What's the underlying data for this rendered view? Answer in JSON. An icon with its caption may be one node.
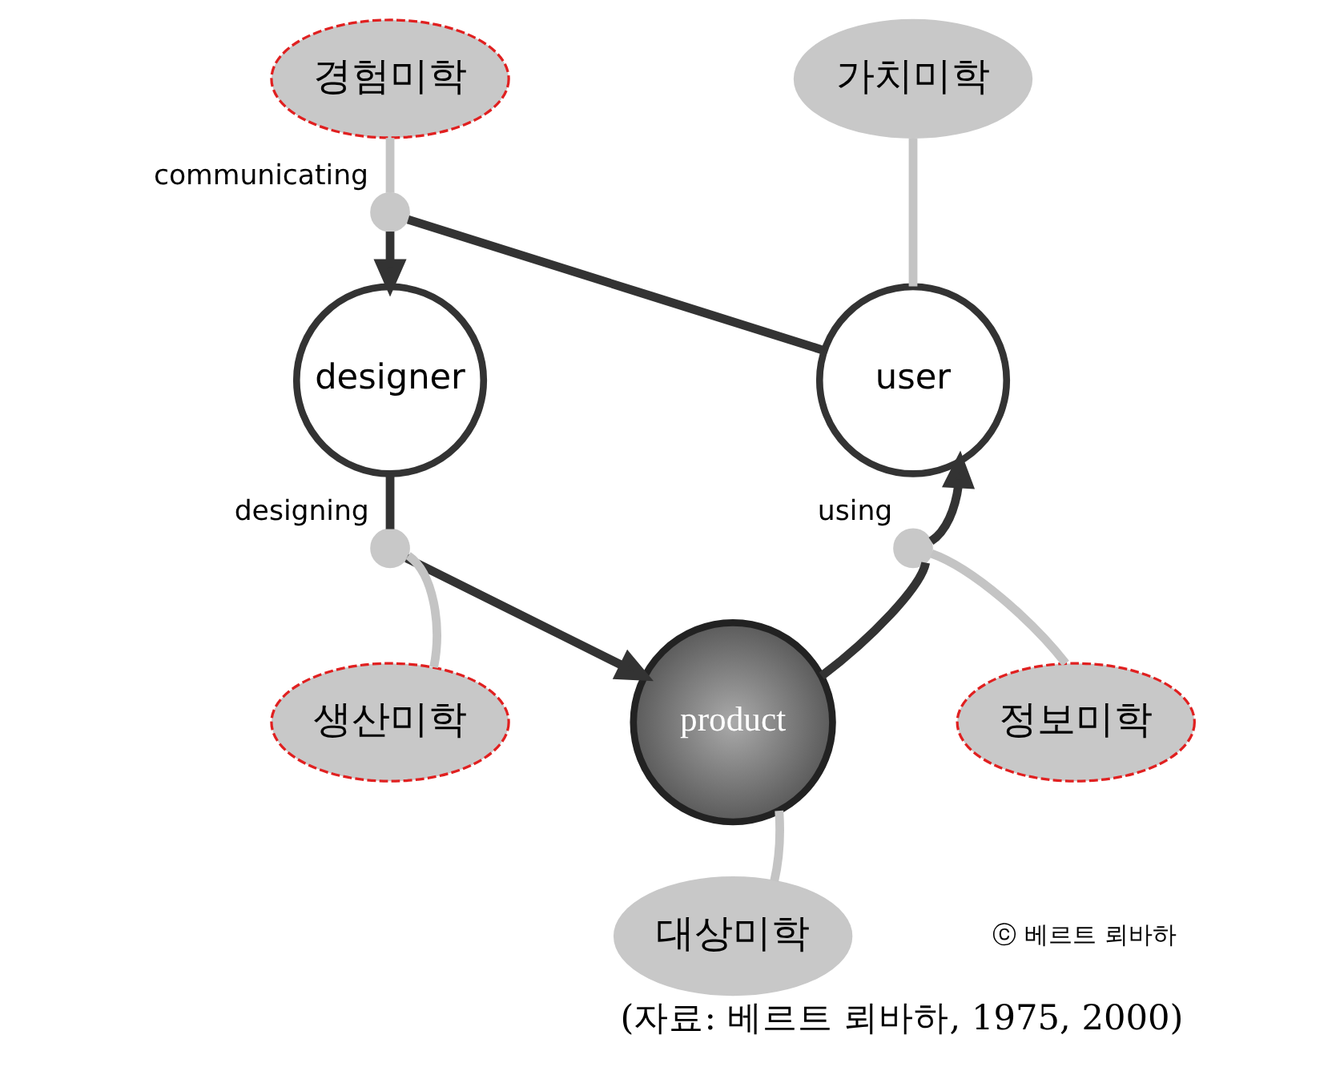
{
  "diagram": {
    "caption": "(자료: 베르트 뢰바하, 1975, 2000)",
    "nodes": [
      {
        "text": [
          "경험미학"
        ]
      },
      {
        "text": [
          "가치미학"
        ]
      },
      {
        "text": [
          "designer"
        ]
      },
      {
        "text": [],
        "shape": "circle",
        "beside": [
          "communicating"
        ]
      },
      {
        "text": [
          "user"
        ]
      },
      {
        "text": [],
        "shape": "circle",
        "beside": [
          "designing"
        ]
      },
      {
        "text": [],
        "shape": "circle",
        "beside": [
          "using"
        ]
      },
      {
        "text": [
          "생산미학"
        ]
      },
      {
        "text": [
          "정보미학"
        ]
      },
      {
        "text": [
          "product"
        ]
      },
      {
        "text": [
          "대상미학"
        ]
      }
    ],
    "edges": [
      {
        "from": 4,
        "to": 3,
        "arrow": "none"
      },
      {
        "from": 3,
        "to": 2,
        "arrow": "to"
      },
      {
        "from": 2,
        "to": 5,
        "arrow": "none"
      },
      {
        "from": 5,
        "to": 9,
        "arrow": "to"
      },
      {
        "from": 9,
        "to": 6,
        "arrow": "none"
      },
      {
        "from": 6,
        "to": 4,
        "arrow": "to"
      },
      {
        "from": 0,
        "to": 3,
        "arrow": "none",
        "color": "#c4c4c4"
      },
      {
        "from": 1,
        "to": 4,
        "arrow": "none",
        "color": "#c4c4c4"
      },
      {
        "from": 7,
        "to": 5,
        "arrow": "none",
        "color": "#c4c4c4"
      },
      {
        "from": 8,
        "to": 6,
        "arrow": "none",
        "color": "#c4c4c4"
      },
      {
        "from": 10,
        "to": 9,
        "arrow": "none",
        "color": "#c4c4c4"
      }
    ],
    "labels": [
      "ⓒ 베르트 뢰바하"
    ]
  }
}
